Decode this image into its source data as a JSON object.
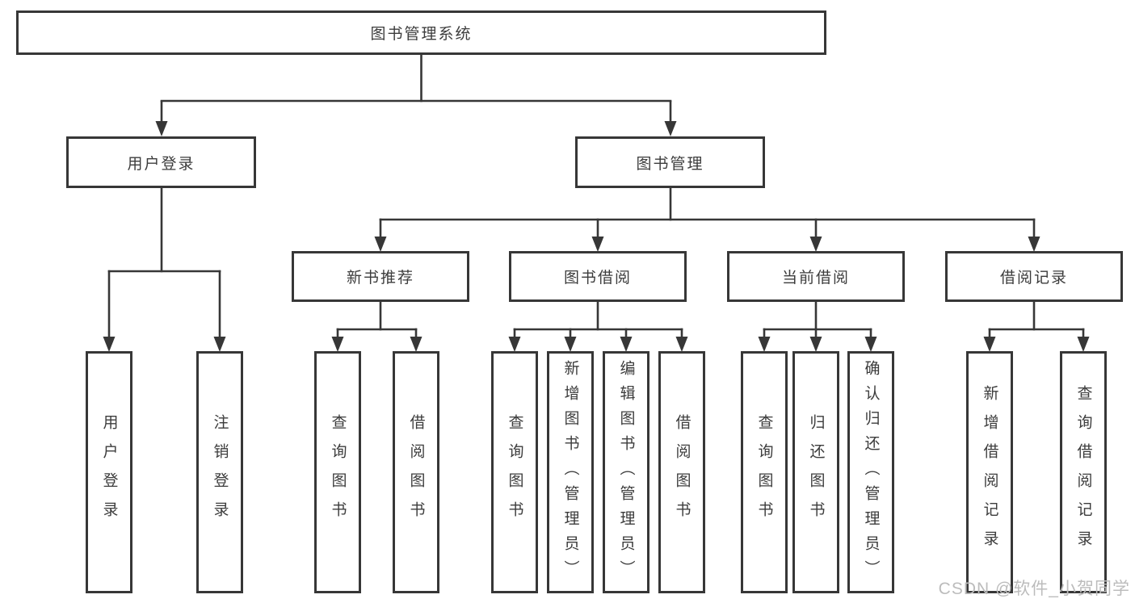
{
  "diagram": {
    "root": "图书管理系统",
    "level2": [
      "用户登录",
      "图书管理"
    ],
    "level3": [
      "新书推荐",
      "图书借阅",
      "当前借阅",
      "借阅记录"
    ],
    "leaves_login": [
      "用户登录",
      "注销登录"
    ],
    "leaves_newbook": [
      "查询图书",
      "借阅图书"
    ],
    "leaves_borrow": [
      "查询图书",
      "新增图书（管理员）",
      "编辑图书（管理员）",
      "借阅图书"
    ],
    "leaves_current": [
      "查询图书",
      "归还图书",
      "确认归还（管理员）"
    ],
    "leaves_records": [
      "新增借阅记录",
      "查询借阅记录"
    ]
  },
  "watermark": "CSDN @软件_小贺同学",
  "colors": {
    "line": "#373737",
    "text": "#3c3c3c",
    "watermark": "#bcbcbc",
    "background": "#ffffff"
  }
}
